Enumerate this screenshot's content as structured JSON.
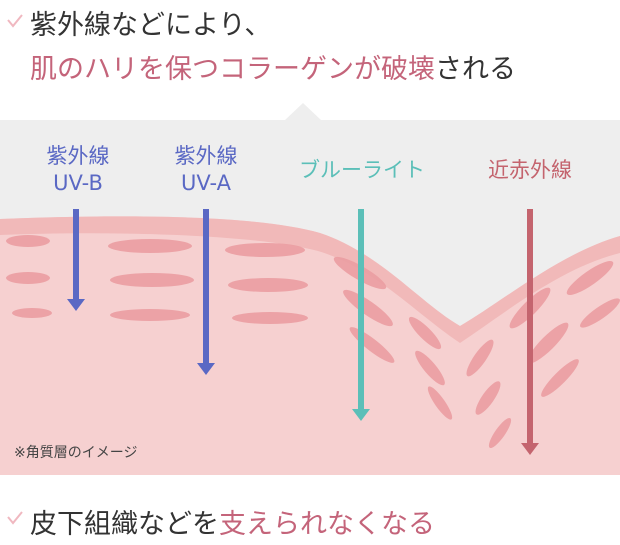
{
  "header": {
    "line1": "紫外線などにより、",
    "line2_highlight": "肌のハリを保つコラーゲンが破壊",
    "line2_rest": "される"
  },
  "diagram": {
    "rays": [
      {
        "line1": "紫外線",
        "line2": "UV-B",
        "color": "#5a68c4"
      },
      {
        "line1": "紫外線",
        "line2": "UV-A",
        "color": "#5a68c4"
      },
      {
        "line1": "ブルーライト",
        "line2": "",
        "color": "#5bbfb8"
      },
      {
        "line1": "近赤外線",
        "line2": "",
        "color": "#c4646e"
      }
    ],
    "note": "※角質層のイメージ"
  },
  "footer": {
    "plain": "皮下組織などを",
    "highlight": "支えられなくなる"
  },
  "colors": {
    "accent_pink": "#c4647a",
    "skin_light": "#f7d3d3",
    "skin_mid": "#f2c0c0",
    "fiber": "#e89a9e",
    "uv": "#5a68c4",
    "blue_light": "#5bbfb8",
    "near_ir": "#c4646e",
    "panel_bg": "#eeeeee"
  },
  "icons": [
    "check-icon",
    "check-icon"
  ]
}
